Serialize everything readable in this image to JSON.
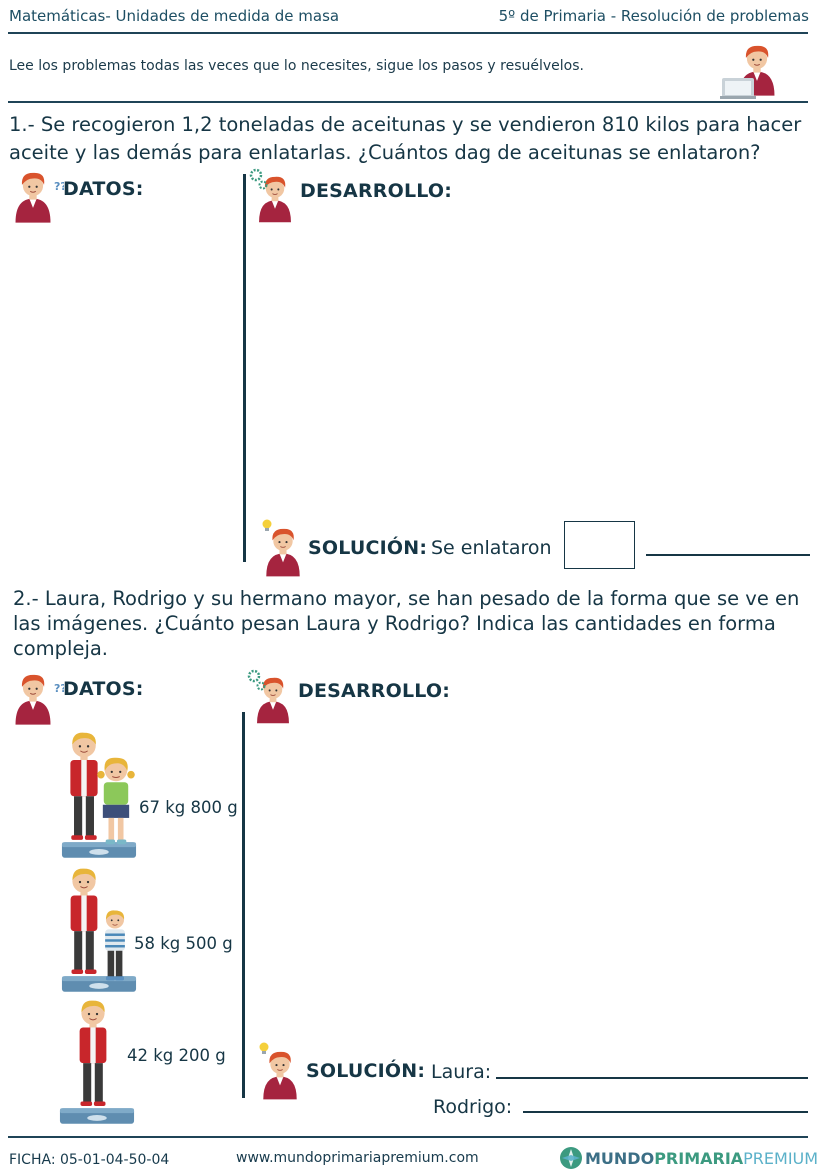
{
  "header": {
    "left": "Matemáticas- Unidades de medida de masa",
    "right": "5º de Primaria - Resolución de problemas"
  },
  "intro": "Lee los problemas todas las veces que lo necesites, sigue los pasos y resuélvelos.",
  "problem1": {
    "line1": "1.- Se recogieron 1,2 toneladas de aceitunas y se vendieron 810 kilos para hacer",
    "line2": "aceite y las demás para enlatarlas. ¿Cuántos dag de aceitunas se enlataron?",
    "datos_label": "DATOS:",
    "desarrollo_label": "DESARROLLO:",
    "solucion_label": "SOLUCIÓN:",
    "solucion_text": "Se enlataron"
  },
  "problem2": {
    "line1": "2.- Laura, Rodrigo y su hermano mayor, se han pesado de la forma que se ve en",
    "line2": "las imágenes. ¿Cuánto pesan Laura y Rodrigo? Indica las cantidades en forma",
    "line3": "compleja.",
    "datos_label": "DATOS:",
    "desarrollo_label": "DESARROLLO:",
    "weights": [
      "67 kg 800 g",
      "58 kg 500 g",
      "42 kg 200 g"
    ],
    "solucion_label": "SOLUCIÓN:",
    "laura_label": "Laura:",
    "rodrigo_label": "Rodrigo:"
  },
  "footer": {
    "ficha": "FICHA:  05-01-04-50-04",
    "url": "www.mundoprimariapremium.com",
    "brand_mundo": "MUNDO",
    "brand_primaria": "PRIMARIA",
    "brand_premium": "PREMIUM"
  },
  "colors": {
    "text": "#163645",
    "header_text": "#1d4e63",
    "character_shirt": "#a5243f",
    "character_hair": "#d9532c",
    "brand_green": "#3c9a80",
    "premium_blue": "#5bb1c9"
  },
  "icons": [
    "teacher-laptop-icon",
    "thinking-character-icon",
    "gears-character-icon",
    "idea-character-icon",
    "logo-globe-icon"
  ]
}
